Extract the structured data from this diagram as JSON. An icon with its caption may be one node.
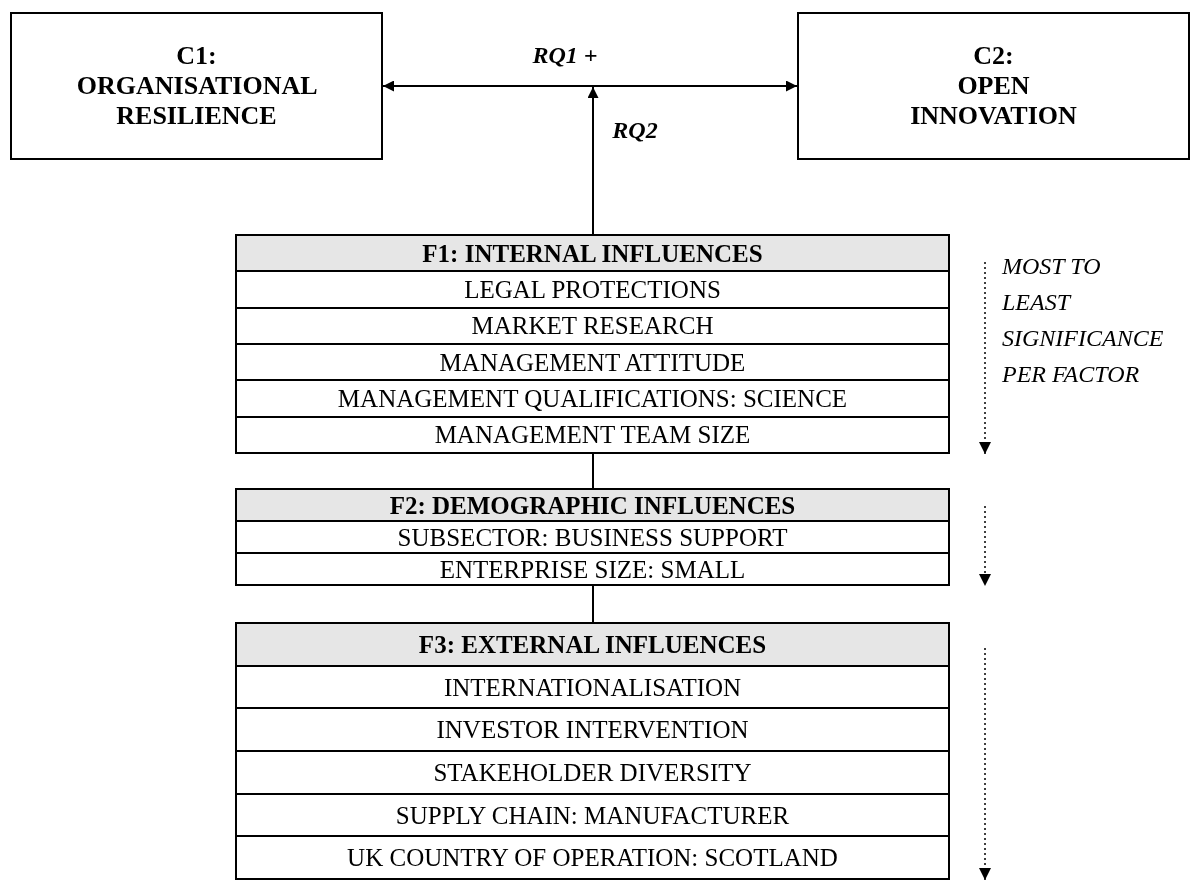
{
  "diagram": {
    "nodes": [
      {
        "text": [
          "C1:",
          "ORGANISATIONAL RESILIENCE"
        ]
      },
      {
        "text": [
          "C2:",
          "OPEN INNOVATION"
        ]
      },
      {
        "text": [],
        "shape": "box"
      },
      {
        "text": [
          "F1: INTERNAL INFLUENCES"
        ],
        "in": 2
      },
      {
        "text": [
          "LEGAL PROTECTIONS"
        ],
        "in": 2
      },
      {
        "text": [
          "MARKET RESEARCH"
        ],
        "in": 2
      },
      {
        "text": [
          "MANAGEMENT ATTITUDE"
        ],
        "in": 2
      },
      {
        "text": [
          "MANAGEMENT QUALIFICATIONS: SCIENCE"
        ],
        "in": 2
      },
      {
        "text": [
          "MANAGEMENT TEAM SIZE"
        ],
        "in": 2
      },
      {
        "text": [],
        "shape": "box"
      },
      {
        "text": [
          "F2: DEMOGRAPHIC INFLUENCES"
        ],
        "in": 9
      },
      {
        "text": [
          "SUBSECTOR: BUSINESS SUPPORT"
        ],
        "in": 9
      },
      {
        "text": [
          "ENTERPRISE SIZE: SMALL"
        ],
        "in": 9
      },
      {
        "text": [],
        "shape": "box"
      },
      {
        "text": [
          "F3: EXTERNAL INFLUENCES"
        ],
        "in": 13
      },
      {
        "text": [
          "INTERNATIONALISATION"
        ],
        "in": 13
      },
      {
        "text": [
          "INVESTOR INTERVENTION"
        ],
        "in": 13
      },
      {
        "text": [
          "STAKEHOLDER DIVERSITY"
        ],
        "in": 13
      },
      {
        "text": [
          "SUPPLY CHAIN: MANUFACTURER"
        ],
        "in": 13
      },
      {
        "text": [
          "UK COUNTRY OF OPERATION: SCOTLAND"
        ],
        "in": 13
      }
    ],
    "edges": [
      {
        "from": 0,
        "to": 1,
        "arrow": "both",
        "label": "RQ1 +"
      },
      {
        "from": 2,
        "to": null,
        "arrow": "to",
        "label": "RQ2"
      },
      {
        "from": 2,
        "to": 9,
        "arrow": "none"
      },
      {
        "from": 9,
        "to": 13,
        "arrow": "none"
      }
    ],
    "labels": [
      "MOST TO LEAST SIGNIFICANCE PER FACTOR"
    ]
  }
}
